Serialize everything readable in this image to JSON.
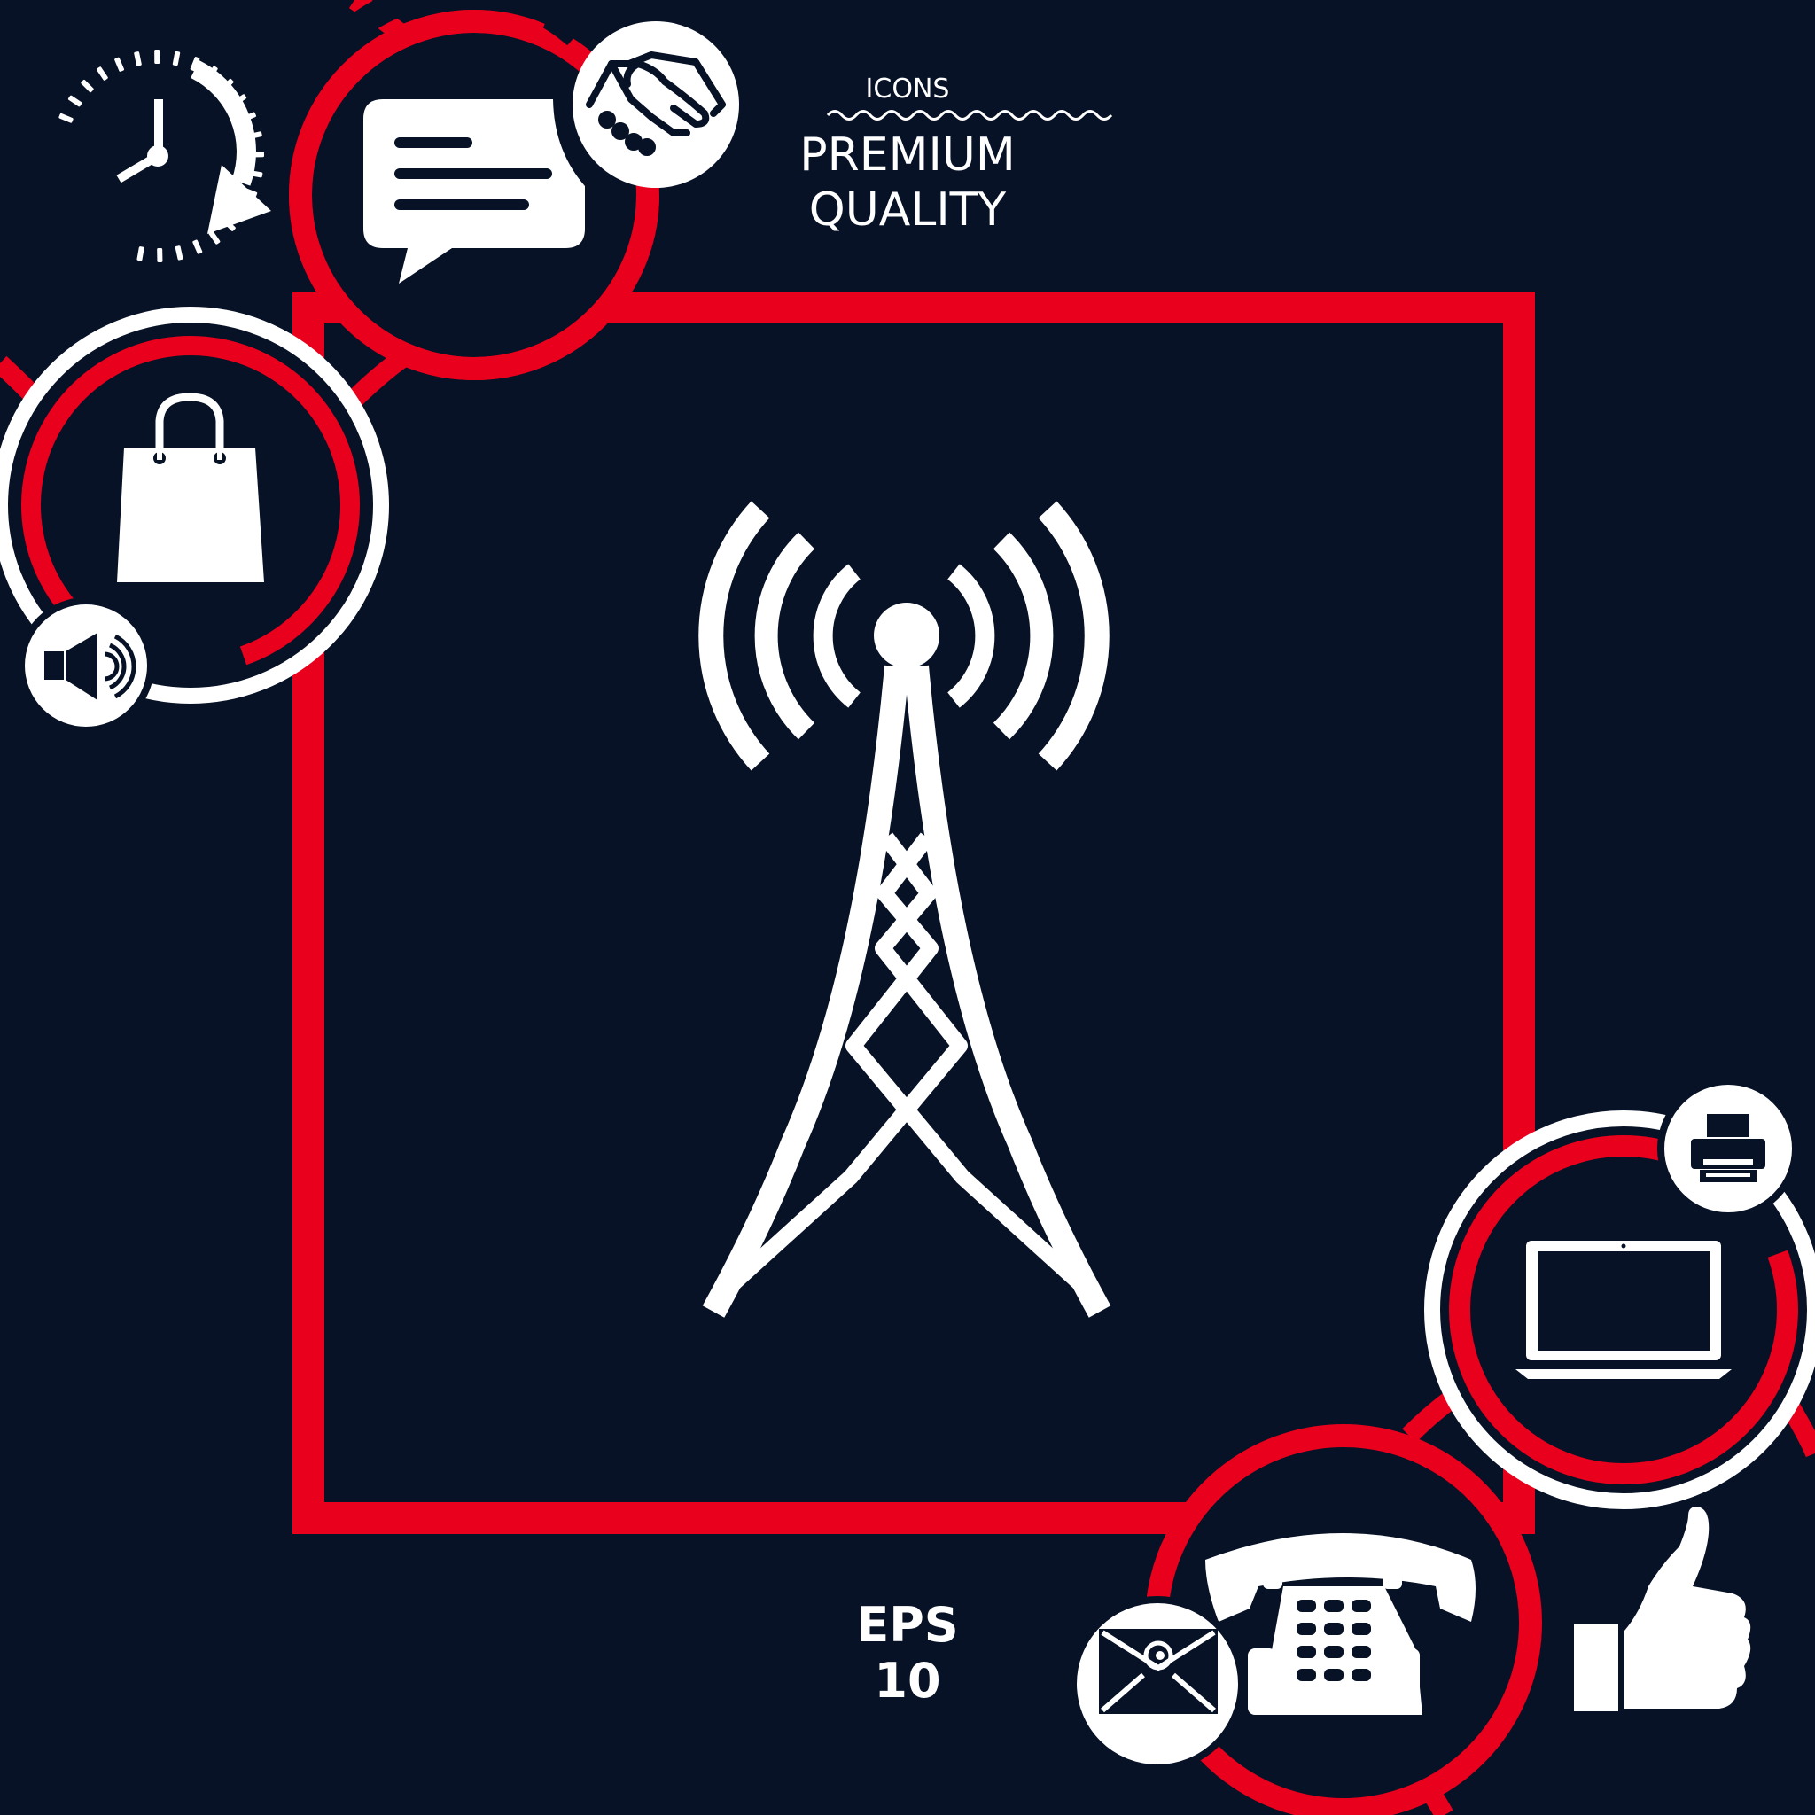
{
  "colors": {
    "background": "#071226",
    "accent": "#e8001c",
    "foreground": "#ffffff"
  },
  "badge": {
    "top": "ICONS",
    "line1": "PREMIUM",
    "line2": "QUALITY"
  },
  "format": {
    "line1": "EPS",
    "line2": "10"
  },
  "icons": [
    "clock-history-icon",
    "chat-bubble-icon",
    "handshake-icon",
    "shopping-bag-icon",
    "speaker-icon",
    "radio-tower-icon",
    "printer-icon",
    "laptop-icon",
    "telephone-icon",
    "email-icon",
    "thumbs-up-icon"
  ]
}
